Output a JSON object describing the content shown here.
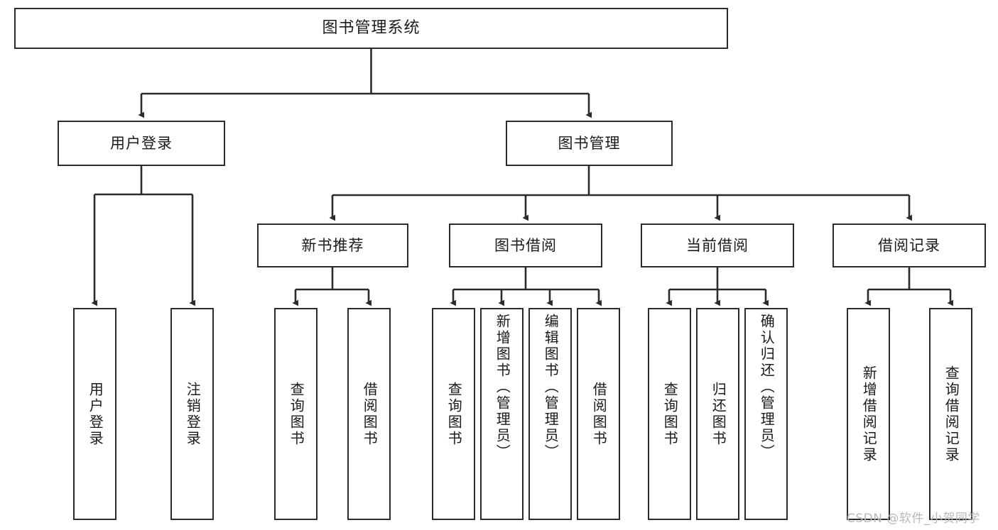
{
  "diagram": {
    "title": "图书管理系统",
    "type": "tree-hierarchy-diagram",
    "colors": {
      "box_border": "#2b2b2b",
      "box_fill": "#ffffff",
      "edge": "#2b2b2b",
      "text": "#1a1a1a",
      "watermark": "#b9b9b9",
      "background": "#ffffff"
    }
  },
  "nodes": {
    "root": {
      "label": "图书管理系统"
    },
    "level2": [
      {
        "label": "用户登录"
      },
      {
        "label": "图书管理"
      }
    ],
    "level3": [
      {
        "label": "新书推荐"
      },
      {
        "label": "图书借阅"
      },
      {
        "label": "当前借阅"
      },
      {
        "label": "借阅记录"
      }
    ],
    "leaves": {
      "user_login": [
        {
          "label": "用户登录"
        },
        {
          "label": "注销登录"
        }
      ],
      "new_book_recommend": [
        {
          "label": "查询图书"
        },
        {
          "label": "借阅图书"
        }
      ],
      "book_borrow": [
        {
          "label": "查询图书"
        },
        {
          "label": "新增图书（管理员）"
        },
        {
          "label": "编辑图书（管理员）"
        },
        {
          "label": "借阅图书"
        }
      ],
      "current_borrow": [
        {
          "label": "查询图书"
        },
        {
          "label": "归还图书"
        },
        {
          "label": "确认归还（管理员）"
        }
      ],
      "borrow_record": [
        {
          "label": "新增借阅记录"
        },
        {
          "label": "查询借阅记录"
        }
      ]
    }
  },
  "watermark": {
    "text": "CSDN @软件_小贺同学"
  }
}
